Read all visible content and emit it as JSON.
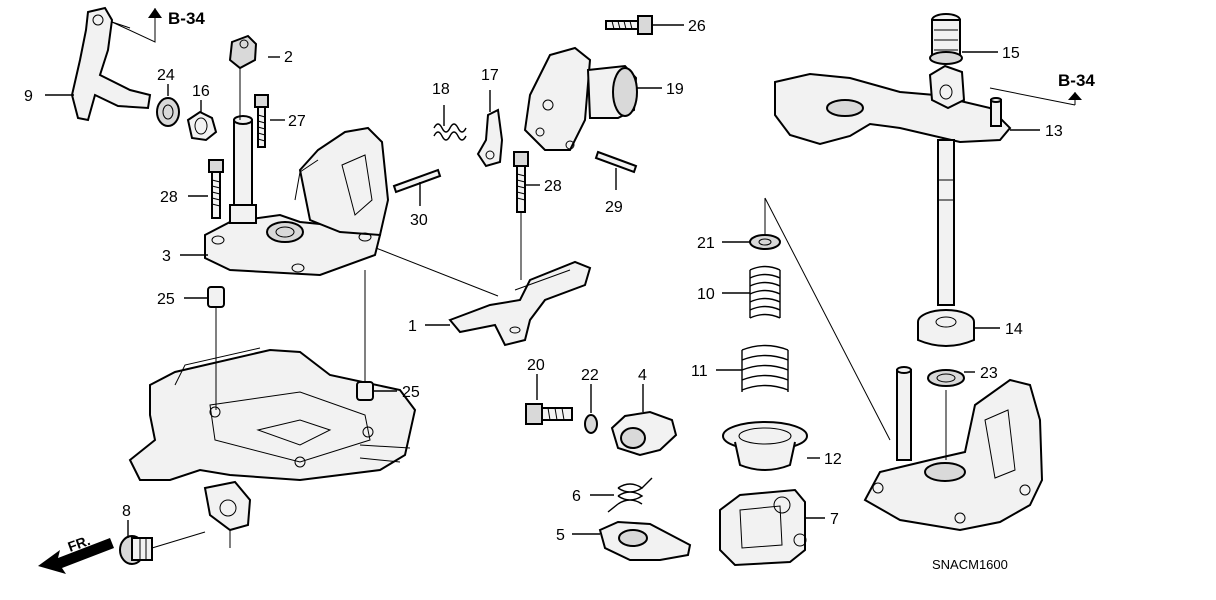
{
  "diagram": {
    "labels": {
      "p1": "1",
      "p2": "2",
      "p3": "3",
      "p4": "4",
      "p5": "5",
      "p6": "6",
      "p7": "7",
      "p8": "8",
      "p9": "9",
      "p10": "10",
      "p11": "11",
      "p12": "12",
      "p13": "13",
      "p14": "14",
      "p15": "15",
      "p16": "16",
      "p17": "17",
      "p18": "18",
      "p19": "19",
      "p20": "20",
      "p21": "21",
      "p22": "22",
      "p23": "23",
      "p24": "24",
      "p25a": "25",
      "p25b": "25",
      "p26": "26",
      "p27": "27",
      "p28a": "28",
      "p28b": "28",
      "p29": "29",
      "p30": "30"
    },
    "refs": {
      "left": "B-34",
      "right": "B-34"
    },
    "front_label": "FR.",
    "diagram_code": "SNACM1600"
  }
}
